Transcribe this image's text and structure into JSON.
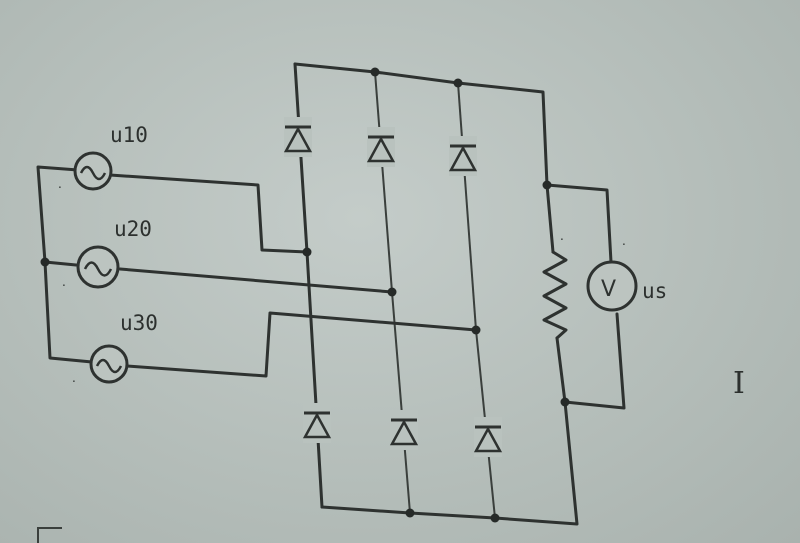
{
  "sources": [
    {
      "id": "src1",
      "label": "u10"
    },
    {
      "id": "src2",
      "label": "u20"
    },
    {
      "id": "src3",
      "label": "u30"
    }
  ],
  "voltmeter": {
    "label": "us",
    "symbol": "V"
  },
  "polarity_mark": ".",
  "figure_index": "I"
}
